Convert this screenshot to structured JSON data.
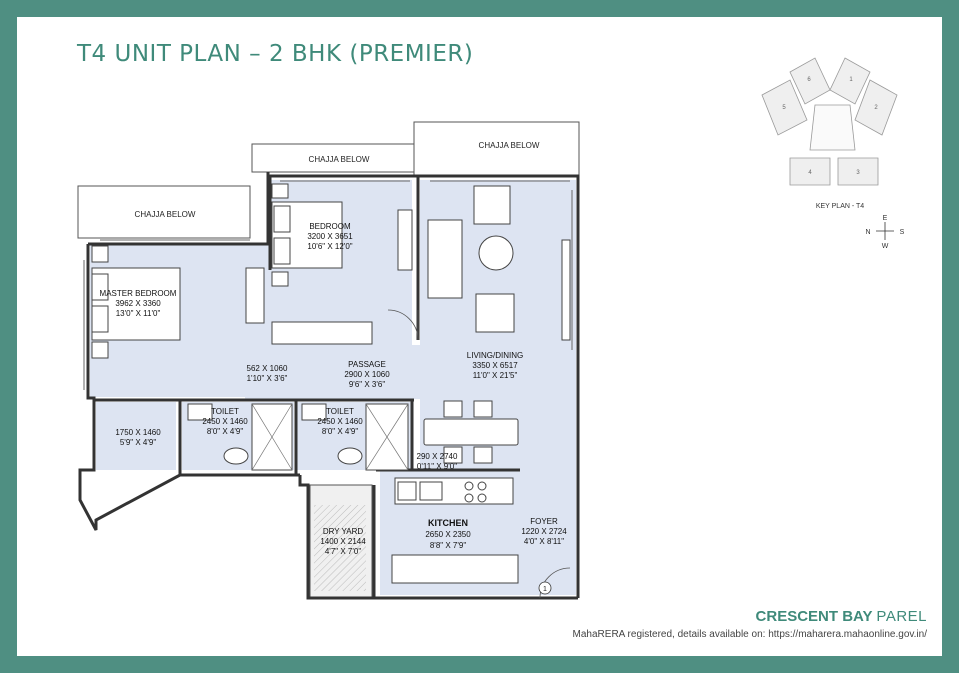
{
  "title": "T4 UNIT PLAN – 2 BHK (PREMIER)",
  "brand": {
    "name": "CRESCENT BAY",
    "suffix": "PAREL"
  },
  "rera": "MahaRERA registered, details available on: https://maharera.mahaonline.gov.in/",
  "key_plan": {
    "label": "KEY PLAN  - T4",
    "units": [
      "6",
      "1",
      "5",
      "2",
      "4",
      "3"
    ],
    "compass": {
      "n": "N",
      "e": "E",
      "s": "S",
      "w": "W"
    }
  },
  "plan": {
    "chajja_left": "CHAJJA BELOW",
    "chajja_mid": "CHAJJA BELOW",
    "chajja_right": "CHAJJA BELOW",
    "bedroom": {
      "name": "BEDROOM",
      "mm": "3200 X 3651",
      "ft": "10'6\" X 12'0\""
    },
    "master": {
      "name": "MASTER BEDROOM",
      "mm": "3962 X 3360",
      "ft": "13'0\" X 11'0\""
    },
    "passage": {
      "name": "PASSAGE",
      "mm": "2900 X 1060",
      "ft": "9'6\" X 3'6\""
    },
    "niche": {
      "mm": "562 X 1060",
      "ft": "1'10\" X 3'6\""
    },
    "living": {
      "name": "LIVING/DINING",
      "mm": "3350 X 6517",
      "ft": "11'0\" X 21'5\""
    },
    "utility": {
      "mm": "1750 X 1460",
      "ft": "5'9\" X 4'9\""
    },
    "toilet1": {
      "name": "TOILET",
      "mm": "2450 X 1460",
      "ft": "8'0\" X 4'9\""
    },
    "toilet2": {
      "name": "TOILET",
      "mm": "2450 X 1460",
      "ft": "8'0\" X 4'9\""
    },
    "duct": {
      "mm": "290 X 2740",
      "ft": "0'11\" X 9'0\""
    },
    "kitchen": {
      "name": "KITCHEN",
      "mm": "2650 X 2350",
      "ft": "8'8\" X 7'9\""
    },
    "dry_yard": {
      "name": "DRY YARD",
      "mm": "1400 X 2144",
      "ft": "4'7\" X 7'0\""
    },
    "foyer": {
      "name": "FOYER",
      "mm": "1220 X 2724",
      "ft": "4'0\" X 8'11\""
    },
    "entry": "1"
  }
}
